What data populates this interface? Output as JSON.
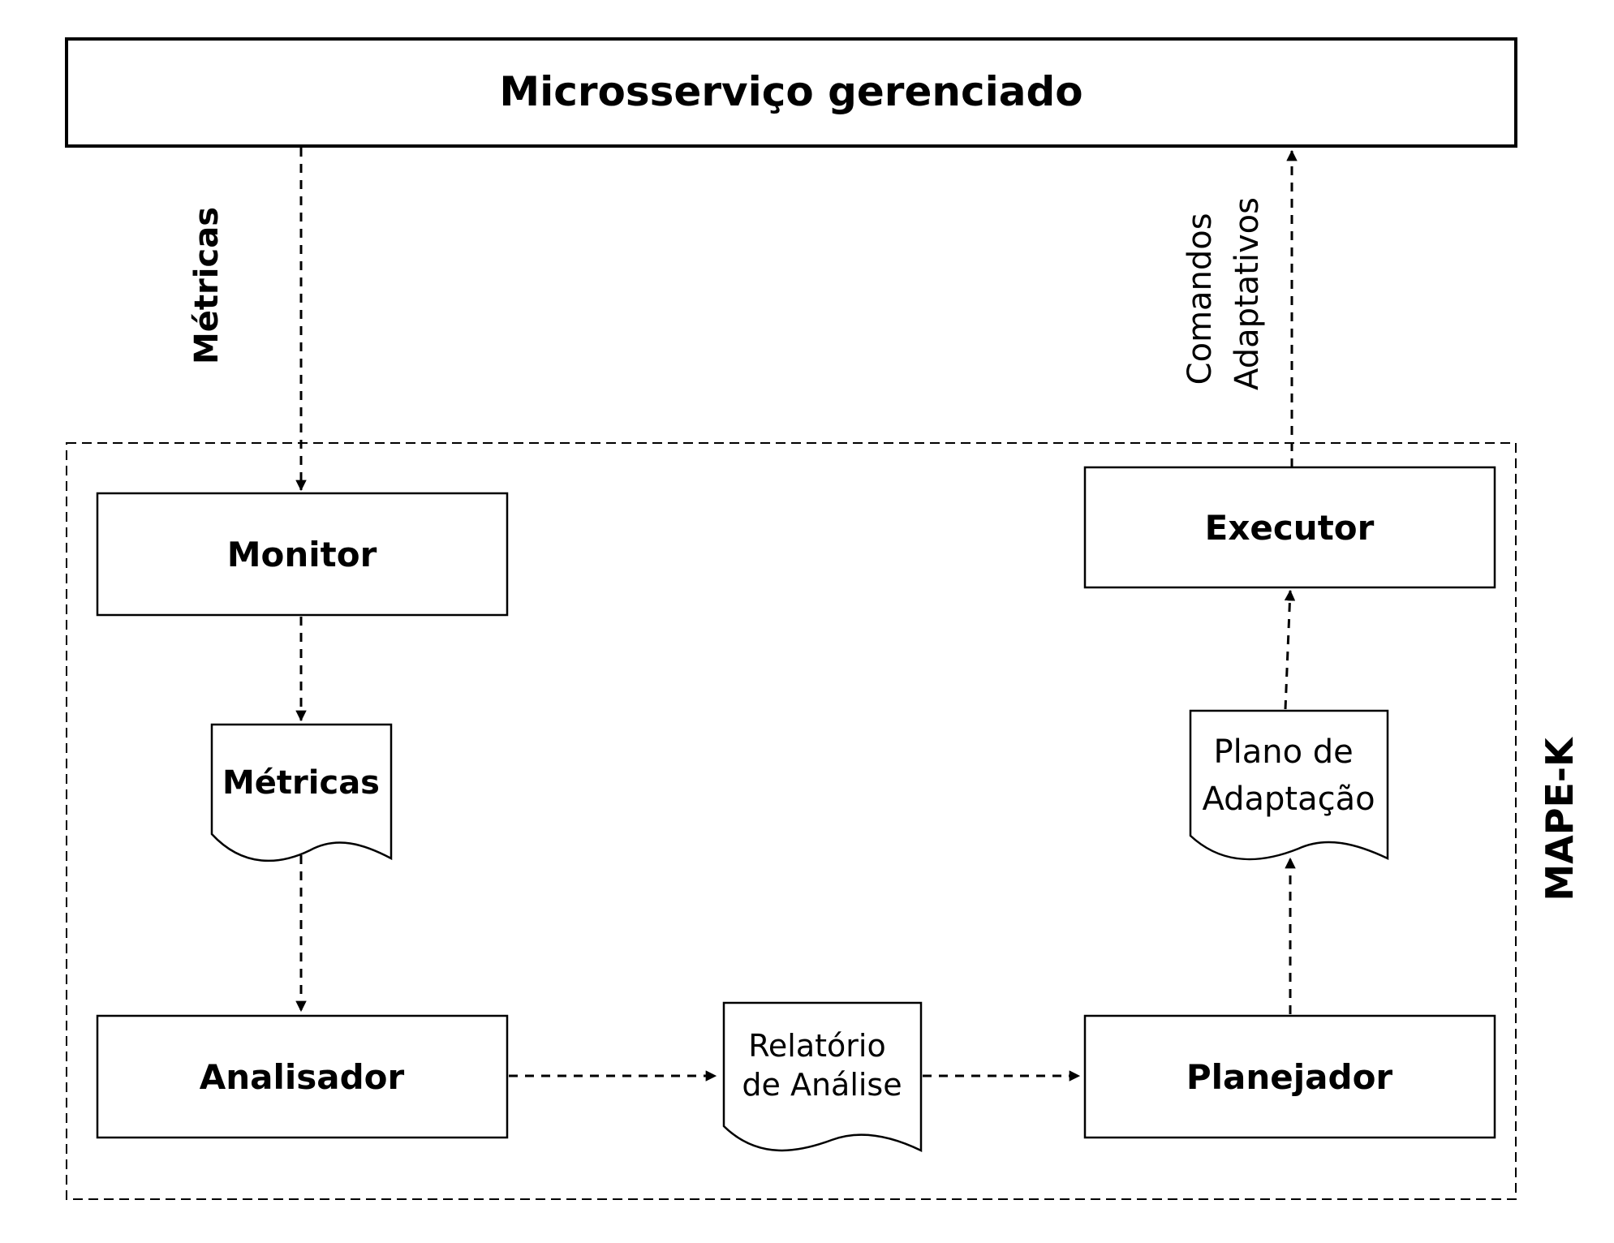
{
  "diagram": {
    "managed_service": "Microsserviço gerenciado",
    "loop_label": "MAPE-K",
    "edge_metrics": "Métricas",
    "edge_commands_line1": "Comandos",
    "edge_commands_line2": "Adaptativos",
    "monitor": "Monitor",
    "metrics_doc": "Métricas",
    "analyzer": "Analisador",
    "report_line1": "Relatório",
    "report_line2": "de Análise",
    "planner": "Planejador",
    "plan_line1": "Plano de",
    "plan_line2": "Adaptação",
    "executor": "Executor"
  }
}
